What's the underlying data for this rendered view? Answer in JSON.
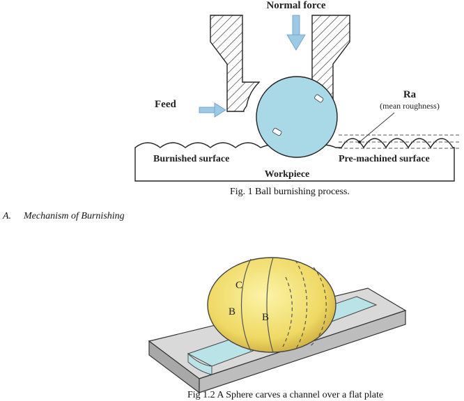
{
  "figure1": {
    "labels": {
      "normal_force": "Normal force",
      "feed": "Feed",
      "ra": "Ra",
      "mean_roughness": "(mean roughness)",
      "burnished_surface": "Burnished surface",
      "premachined_surface": "Pre-machined surface",
      "workpiece": "Workpiece"
    },
    "caption": "Fig. 1 Ball burnishing process."
  },
  "section": {
    "number": "A.",
    "title": "Mechanism of Burnishing"
  },
  "figure2": {
    "labels": {
      "c": "C",
      "b1": "B",
      "b2": "B"
    },
    "caption": "Fig 1.2 A Sphere carves a channel over a flat plate"
  },
  "colors": {
    "ball": "#a9d8e6",
    "sphere": "#f2e27a",
    "channel": "#b9e3e6",
    "plate_top": "#d9d9d9",
    "plate_side": "#a8a8a8"
  }
}
